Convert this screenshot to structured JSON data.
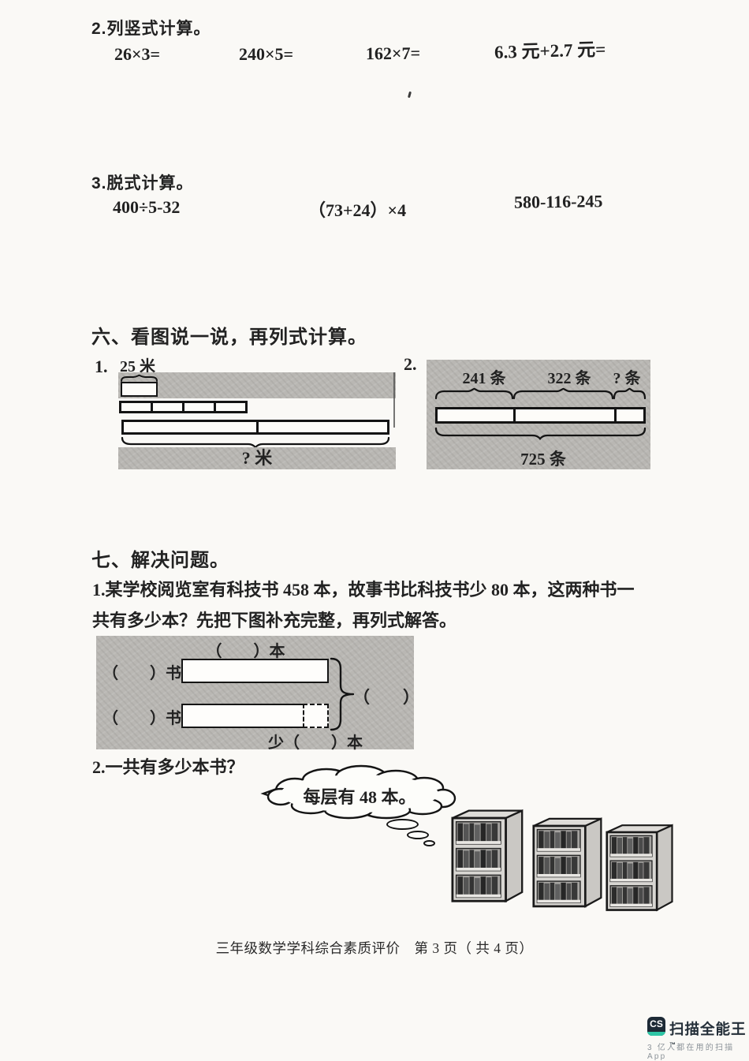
{
  "calc_vertical": {
    "title": "2.列竖式计算。",
    "problems": [
      "26×3=",
      "240×5=",
      "162×7=",
      "6.3 元+2.7 元="
    ]
  },
  "calc_stepwise": {
    "title": "3.脱式计算。",
    "problems": [
      "400÷5-32",
      "（73+24）×4",
      "580-116-245"
    ]
  },
  "section_six": {
    "title": "六、看图说一说，再列式计算。",
    "item1": {
      "number": "1.",
      "length_label": "25 米",
      "question_label": "? 米"
    },
    "item2": {
      "number": "2.",
      "part_labels": [
        "241 条",
        "322 条",
        "? 条"
      ],
      "total_label": "725 条"
    }
  },
  "section_seven": {
    "title": "七、解决问题。",
    "problem1": {
      "line1": "1.某学校阅览室有科技书 458 本，故事书比科技书少 80 本，这两种书一",
      "line2": "共有多少本？先把下图补充完整，再列式解答。",
      "diagram": {
        "top_label": "（　　）本",
        "row1_label": "（　　）书:",
        "row2_label": "（　　）书:",
        "sum_label": "（　　）",
        "less_label": "少（　　）本"
      }
    },
    "problem2": {
      "text": "2.一共有多少本书？",
      "bubble": "每层有 48 本。"
    }
  },
  "footer": {
    "text": "三年级数学学科综合素质评价　第 3 页（ 共 4 页）"
  },
  "watermark": {
    "logo": "CS",
    "name": "扫描全能王",
    "tm": "™",
    "tagline": "3 亿人都在用的扫描App"
  },
  "colors": {
    "page_bg": "#faf9f6",
    "scan_gray": "#b9b7b3",
    "ink": "#222222",
    "logo_bg": "#1d2a36",
    "logo_accent": "#2ec6a6"
  }
}
